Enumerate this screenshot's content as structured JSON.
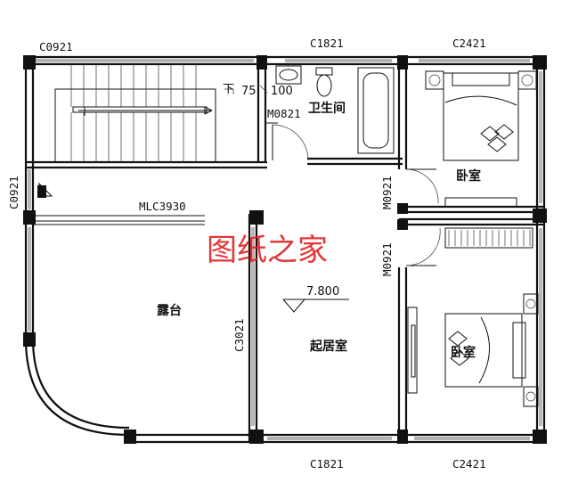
{
  "windows": {
    "top_left": "C0921",
    "top_mid": "C1821",
    "top_right": "C2421",
    "bottom_mid": "C1821",
    "bottom_right": "C2421",
    "left_vertical": "C0921",
    "living_left": "C3021"
  },
  "doors": {
    "balcony_door": "MLC3930",
    "bath_door": "M0821",
    "bed1_door": "M0921",
    "bed2_door": "M0921"
  },
  "rooms": {
    "bathroom": "卫生间",
    "bedroom_top": "卧室",
    "bedroom_bottom": "卧室",
    "terrace": "露台",
    "living": "起居室"
  },
  "stair": {
    "down_label": "下"
  },
  "dims": {
    "d75": "75",
    "d100": "100"
  },
  "elevation": "7.800",
  "watermark": "图纸之家"
}
